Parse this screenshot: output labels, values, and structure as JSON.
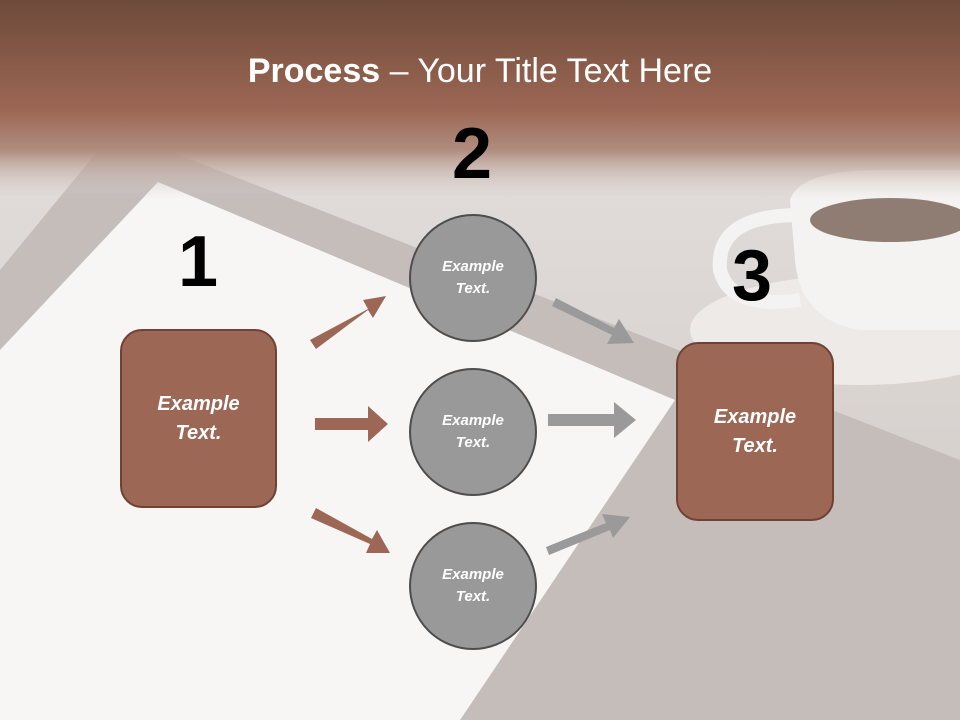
{
  "title": {
    "bold": "Process",
    "rest": " – Your Title Text Here"
  },
  "steps": [
    {
      "number": "1",
      "box_text": "Example\nText."
    },
    {
      "number": "2",
      "circles": [
        "Example\nText.",
        "Example\nText.",
        "Example\nText."
      ]
    },
    {
      "number": "3",
      "box_text": "Example\nText."
    }
  ],
  "colors": {
    "brown": "#9c6754",
    "brown_border": "#6f4233",
    "gray_circle": "#999999",
    "gray_arrow": "#9a9a9a"
  }
}
